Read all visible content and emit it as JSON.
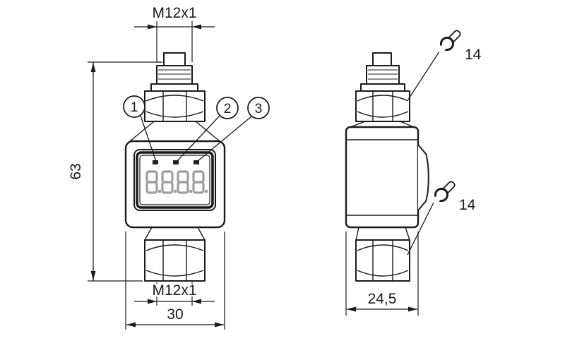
{
  "colors": {
    "line": "#1a1a1a",
    "digit_gray": "#9e9e9e",
    "background": "#ffffff"
  },
  "drawing": {
    "dim_thread_top": "M12x1",
    "dim_height": "63",
    "dim_thread_bottom": "M12x1",
    "dim_width": "30",
    "dim_depth": "24,5",
    "wrench_size_top": "14",
    "wrench_size_bottom": "14",
    "callout_1": "1",
    "callout_2": "2",
    "callout_3": "3",
    "display_value": "8.8.8.8"
  }
}
